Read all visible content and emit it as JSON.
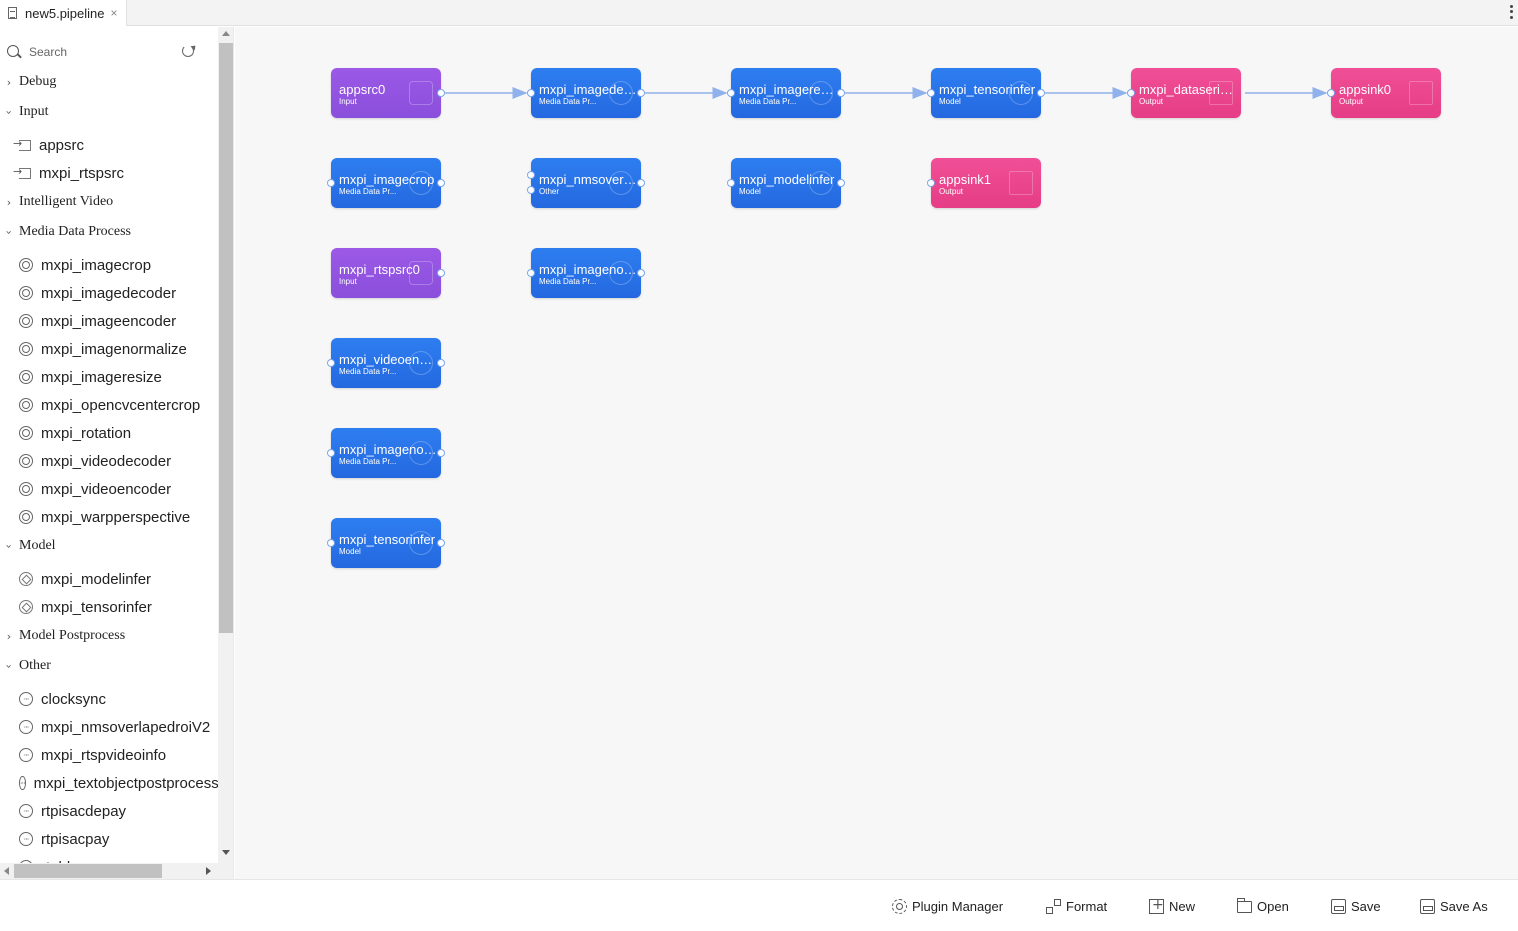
{
  "tab": {
    "title": "new5.pipeline",
    "close": "×"
  },
  "sidebar": {
    "search": {
      "placeholder": "Search"
    },
    "categories": [
      {
        "label": "Debug",
        "expanded": false,
        "items": []
      },
      {
        "label": "Input",
        "expanded": true,
        "icon": "input-icon",
        "items": [
          "appsrc",
          "mxpi_rtspsrc"
        ]
      },
      {
        "label": "Intelligent Video",
        "expanded": false,
        "items": []
      },
      {
        "label": "Media Data Process",
        "expanded": true,
        "icon": "media-process-icon",
        "items": [
          "mxpi_imagecrop",
          "mxpi_imagedecoder",
          "mxpi_imageencoder",
          "mxpi_imagenormalize",
          "mxpi_imageresize",
          "mxpi_opencvcentercrop",
          "mxpi_rotation",
          "mxpi_videodecoder",
          "mxpi_videoencoder",
          "mxpi_warpperspective"
        ]
      },
      {
        "label": "Model",
        "expanded": true,
        "icon": "model-icon",
        "items": [
          "mxpi_modelinfer",
          "mxpi_tensorinfer"
        ]
      },
      {
        "label": "Model Postprocess",
        "expanded": false,
        "items": []
      },
      {
        "label": "Other",
        "expanded": true,
        "icon": "other-icon",
        "items": [
          "clocksync",
          "mxpi_nmsoverlapedroiV2",
          "mxpi_rtspvideoinfo",
          "mxpi_textobjectpostprocess",
          "rtpisacdepay",
          "rtpisacpay",
          "rtpldacpay"
        ]
      }
    ]
  },
  "canvas": {
    "nodes": [
      {
        "id": "n1",
        "title": "appsrc0",
        "sub": "Input",
        "kind": "input"
      },
      {
        "id": "n2",
        "title": "mxpi_imagedecoder",
        "sub": "Media Data Pr...",
        "kind": "mdp"
      },
      {
        "id": "n3",
        "title": "mxpi_imageresize",
        "sub": "Media Data Pr...",
        "kind": "mdp"
      },
      {
        "id": "n4",
        "title": "mxpi_tensorinfer",
        "sub": "Model",
        "kind": "model"
      },
      {
        "id": "n5",
        "title": "mxpi_dataserialize",
        "sub": "Output",
        "kind": "output"
      },
      {
        "id": "n6",
        "title": "appsink0",
        "sub": "Output",
        "kind": "output"
      },
      {
        "id": "n7",
        "title": "mxpi_imagecrop",
        "sub": "Media Data Pr...",
        "kind": "mdp"
      },
      {
        "id": "n8",
        "title": "mxpi_nmsoverlapedroi",
        "sub": "Other",
        "kind": "other"
      },
      {
        "id": "n9",
        "title": "mxpi_modelinfer",
        "sub": "Model",
        "kind": "model"
      },
      {
        "id": "n10",
        "title": "appsink1",
        "sub": "Output",
        "kind": "output"
      },
      {
        "id": "n11",
        "title": "mxpi_rtspsrc0",
        "sub": "Input",
        "kind": "input"
      },
      {
        "id": "n12",
        "title": "mxpi_imagenormalize",
        "sub": "Media Data Pr...",
        "kind": "mdp"
      },
      {
        "id": "n13",
        "title": "mxpi_videoencoder",
        "sub": "Media Data Pr...",
        "kind": "mdp"
      },
      {
        "id": "n14",
        "title": "mxpi_imagenormalize",
        "sub": "Media Data Pr...",
        "kind": "mdp"
      },
      {
        "id": "n15",
        "title": "mxpi_tensorinfer",
        "sub": "Model",
        "kind": "model"
      }
    ],
    "edges": [
      [
        "n1",
        "n2"
      ],
      [
        "n2",
        "n3"
      ],
      [
        "n3",
        "n4"
      ],
      [
        "n4",
        "n5"
      ],
      [
        "n5",
        "n6"
      ]
    ]
  },
  "toolbar": {
    "plugin_manager": "Plugin Manager",
    "format": "Format",
    "new": "New",
    "open": "Open",
    "save": "Save",
    "save_as": "Save As"
  },
  "colors": {
    "input": "#8f52e0",
    "media": "#2a74ea",
    "output": "#ea4590",
    "edge": "#8fb2ec"
  }
}
